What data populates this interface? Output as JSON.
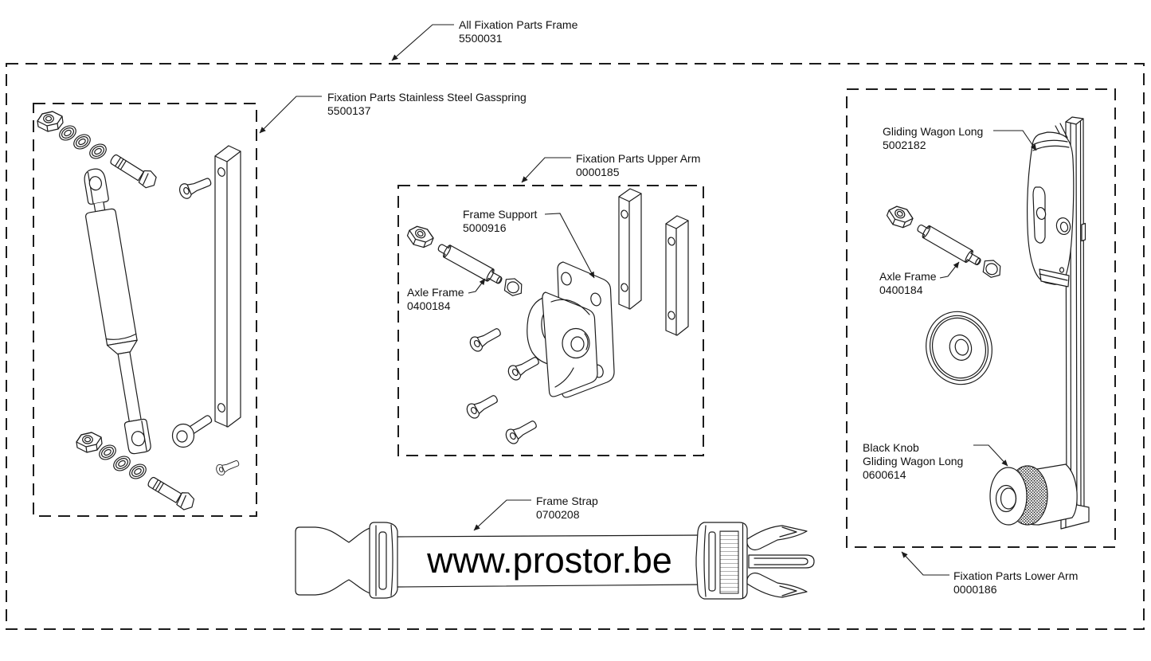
{
  "diagram": {
    "background": "#ffffff",
    "line_color": "#1c1c1c",
    "strap_text": "www.prostor.be",
    "callouts": {
      "all_frame": {
        "name": "All Fixation Parts Frame",
        "part_no": "5500031"
      },
      "gasspring": {
        "name": "Fixation Parts Stainless Steel Gasspring",
        "part_no": "5500137"
      },
      "upper_arm": {
        "name": "Fixation Parts Upper Arm",
        "part_no": "0000185"
      },
      "frame_support": {
        "name": "Frame Support",
        "part_no": "5000916"
      },
      "axle_frame_upper": {
        "name": "Axle Frame",
        "part_no": "0400184"
      },
      "frame_strap": {
        "name": "Frame Strap",
        "part_no": "0700208"
      },
      "gliding_wagon": {
        "name": "Gliding Wagon Long",
        "part_no": "5002182"
      },
      "axle_frame_lower": {
        "name": "Axle Frame",
        "part_no": "0400184"
      },
      "black_knob": {
        "name": "Black Knob",
        "name2": "Gliding Wagon Long",
        "part_no": "0600614"
      },
      "lower_arm": {
        "name": "Fixation Parts Lower Arm",
        "part_no": "0000186"
      }
    }
  }
}
